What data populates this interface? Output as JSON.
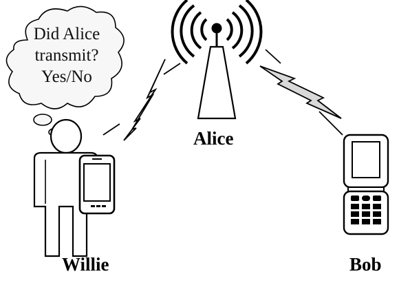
{
  "colors": {
    "stroke": "#000000",
    "fill": "#ffffff",
    "lightning_fill": "#d9d9d9",
    "cloud_fill": "#f7f7f7"
  },
  "thought_bubble": {
    "lines": [
      "Did Alice",
      "transmit?",
      "Yes/No"
    ]
  },
  "nodes": {
    "alice": {
      "label": "Alice",
      "icon": "radio-tower-icon"
    },
    "willie": {
      "label": "Willie",
      "icon": "person-with-phone-icon"
    },
    "bob": {
      "label": "Bob",
      "icon": "flip-phone-icon"
    }
  },
  "links": [
    {
      "from": "Alice",
      "to": "Willie",
      "icon": "lightning-icon"
    },
    {
      "from": "Alice",
      "to": "Bob",
      "icon": "lightning-icon"
    }
  ]
}
